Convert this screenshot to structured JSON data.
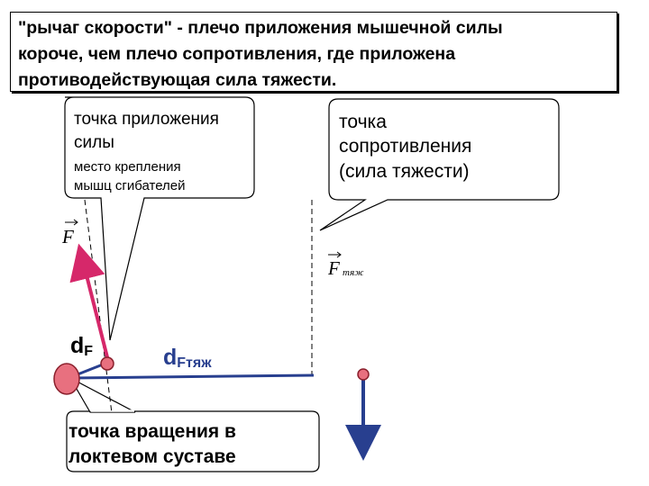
{
  "title": {
    "line1": "\"рычаг скорости\" - плечо приложения мышечной силы",
    "line2": "короче, чем плечо сопротивления, где приложена",
    "line3": "противодействующая сила тяжести."
  },
  "callouts": {
    "application_point": {
      "line1": "точка приложения",
      "line2": "силы",
      "sub_line1": "место крепления",
      "sub_line2": "мышц сгибателей"
    },
    "resistance_point": {
      "line1": "точка",
      "line2": "сопротивления",
      "line3": "(сила тяжести)"
    },
    "pivot_point": {
      "line1": "точка вращения в",
      "line2": "локтевом суставе"
    }
  },
  "labels": {
    "force": "F",
    "gravity_force": "F",
    "gravity_subscript": "тяж",
    "arm_force_main": "d",
    "arm_force_sub": "F",
    "arm_gravity_main": "d",
    "arm_gravity_sub": "Fтяж"
  },
  "colors": {
    "force_arrow": "#d6286a",
    "lever_line": "#283f8f",
    "joint_fill": "#e8707f",
    "joint_stroke": "#8a1f2c",
    "dashed_line": "#000000"
  }
}
